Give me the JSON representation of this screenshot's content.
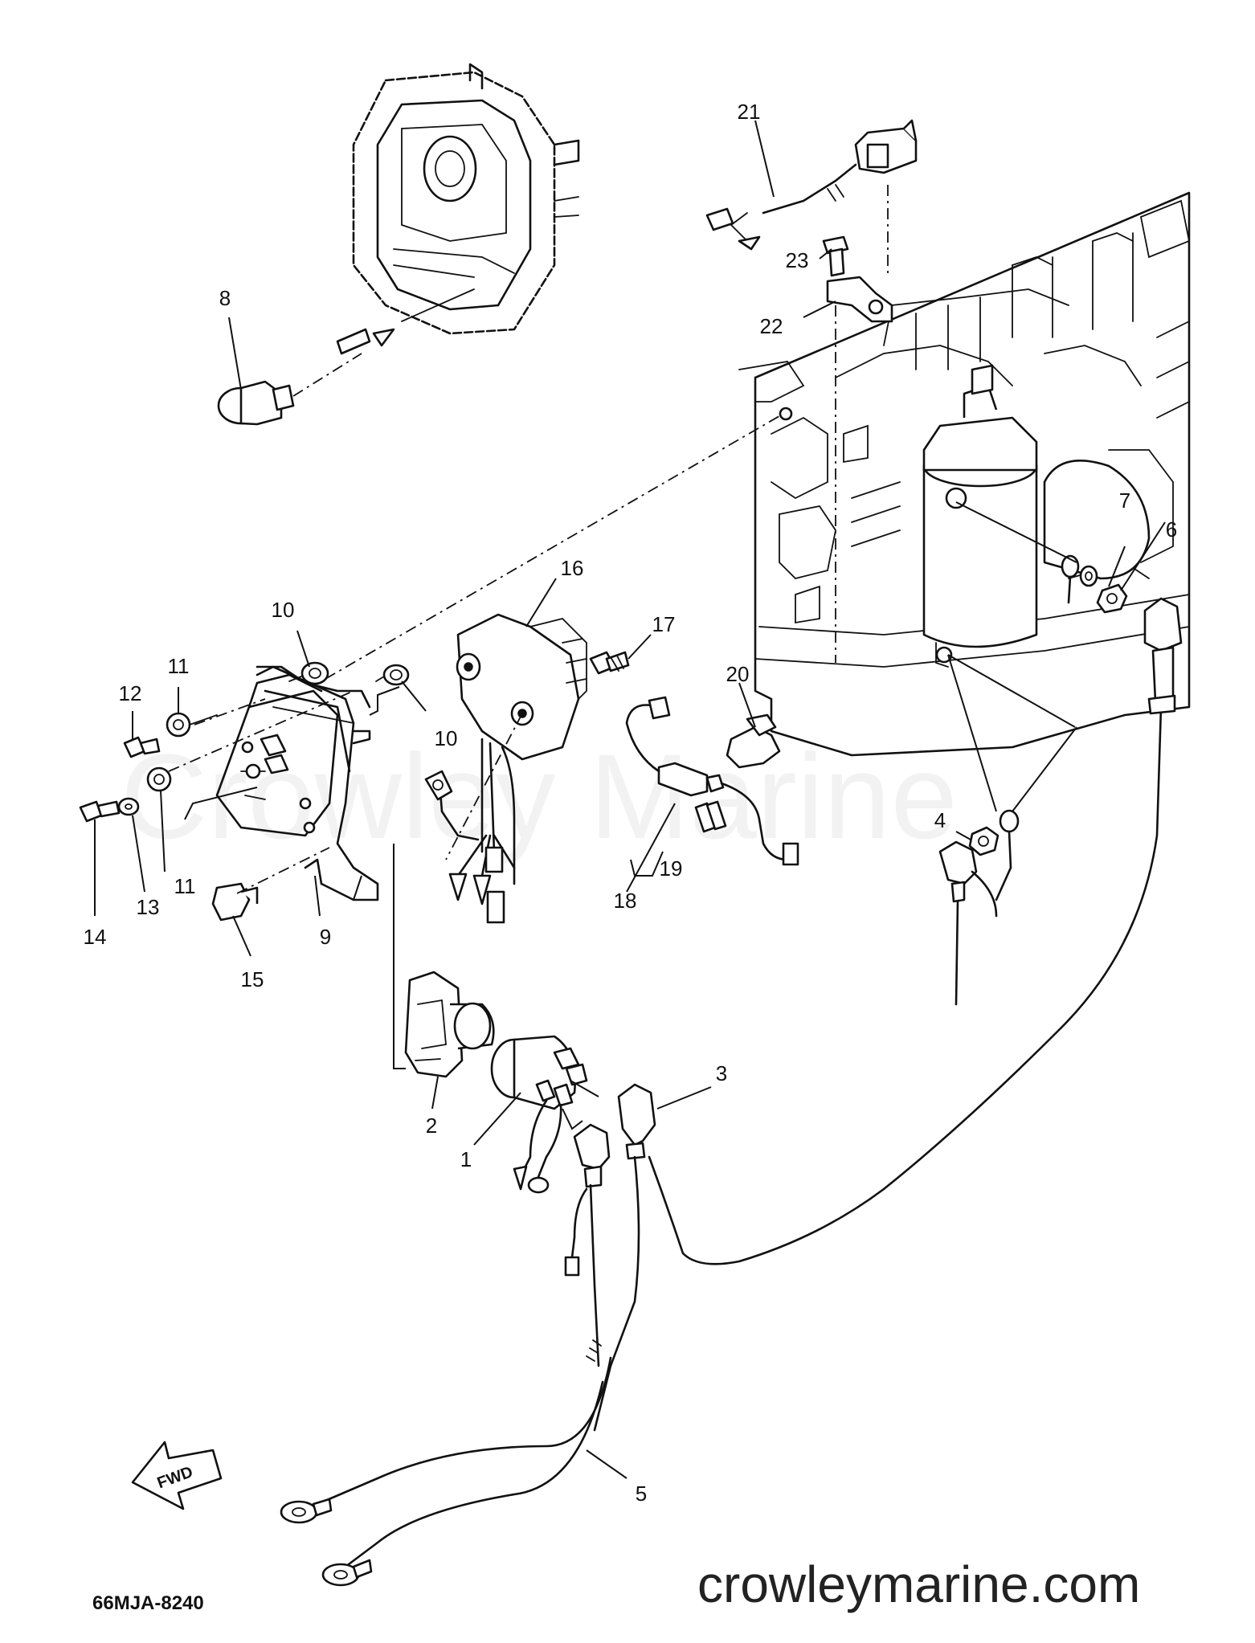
{
  "diagram": {
    "part_numbers": [
      "1",
      "2",
      "3",
      "4",
      "5",
      "6",
      "7",
      "8",
      "9",
      "10",
      "10",
      "11",
      "11",
      "12",
      "13",
      "14",
      "15",
      "16",
      "17",
      "18",
      "19",
      "20",
      "21",
      "22",
      "23"
    ],
    "drawing_code": "66MJA-8240",
    "fwd_label": "FWD",
    "watermark": "Crowley Marine",
    "site": "crowleymarine.com"
  }
}
